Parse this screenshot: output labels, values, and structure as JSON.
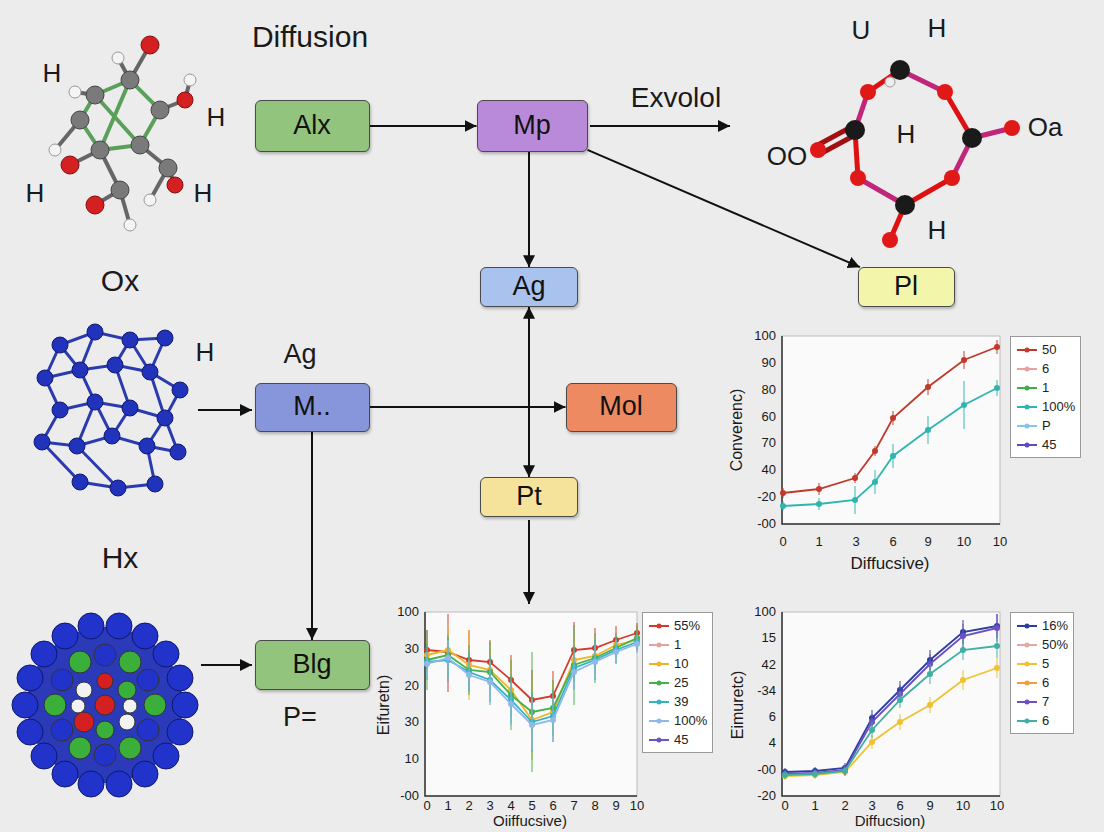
{
  "diagram": {
    "nodes": [
      {
        "text": [
          "Alx"
        ]
      },
      {
        "text": [
          "Mp"
        ]
      },
      {
        "text": [
          "Ag"
        ]
      },
      {
        "text": [
          "Pl"
        ]
      },
      {
        "text": [
          "M.."
        ]
      },
      {
        "text": [
          "Mol"
        ]
      },
      {
        "text": [
          "Pt"
        ]
      },
      {
        "text": [
          "Blg"
        ]
      }
    ],
    "edges": [
      {
        "from": 0,
        "to": 1,
        "arrow": "to"
      },
      {
        "from": 1,
        "to": 2,
        "arrow": "to"
      },
      {
        "from": 1,
        "to": 3,
        "arrow": "to"
      },
      {
        "from": 4,
        "to": 5,
        "arrow": "to"
      },
      {
        "from": 2,
        "to": 6,
        "arrow": "both"
      },
      {
        "from": 4,
        "to": 7,
        "arrow": "to"
      }
    ],
    "labels": [
      "Diffusion",
      "Exvolol",
      "H",
      "H",
      "H",
      "H",
      "U",
      "H",
      "OO",
      "H",
      "Oa",
      "H",
      "Ox",
      "H",
      "Ag",
      "Hx",
      "P=",
      "Converenc)",
      "Diffucsive)",
      "100",
      "90",
      "80",
      "60",
      "70",
      "40",
      "-20",
      "-00",
      "0",
      "1",
      "3",
      "6",
      "9",
      "10",
      "10",
      "Eifuretn)",
      "Oiiffucsive)",
      "100",
      "30",
      "20",
      "30",
      "10",
      "-00",
      "0",
      "1",
      "2",
      "3",
      "4",
      "5",
      "6",
      "7",
      "8",
      "9",
      "10",
      "Eimuretc)",
      "Diffucsion)",
      "100",
      "15",
      "42",
      "-34",
      "6",
      "4",
      "-00",
      "-20",
      "0",
      "1",
      "2",
      "3",
      "6",
      "9",
      "10",
      "10"
    ],
    "legend": [
      {
        "text": "50"
      },
      {
        "text": "6"
      },
      {
        "text": "1"
      },
      {
        "text": "100%"
      },
      {
        "text": "P"
      },
      {
        "text": "45"
      },
      {
        "text": "55%"
      },
      {
        "text": "1"
      },
      {
        "text": "10"
      },
      {
        "text": "25"
      },
      {
        "text": "39"
      },
      {
        "text": "100%"
      },
      {
        "text": "45"
      },
      {
        "text": "16%"
      },
      {
        "text": "50%"
      },
      {
        "text": "5"
      },
      {
        "text": "6"
      },
      {
        "text": "7"
      },
      {
        "text": "6"
      }
    ]
  }
}
